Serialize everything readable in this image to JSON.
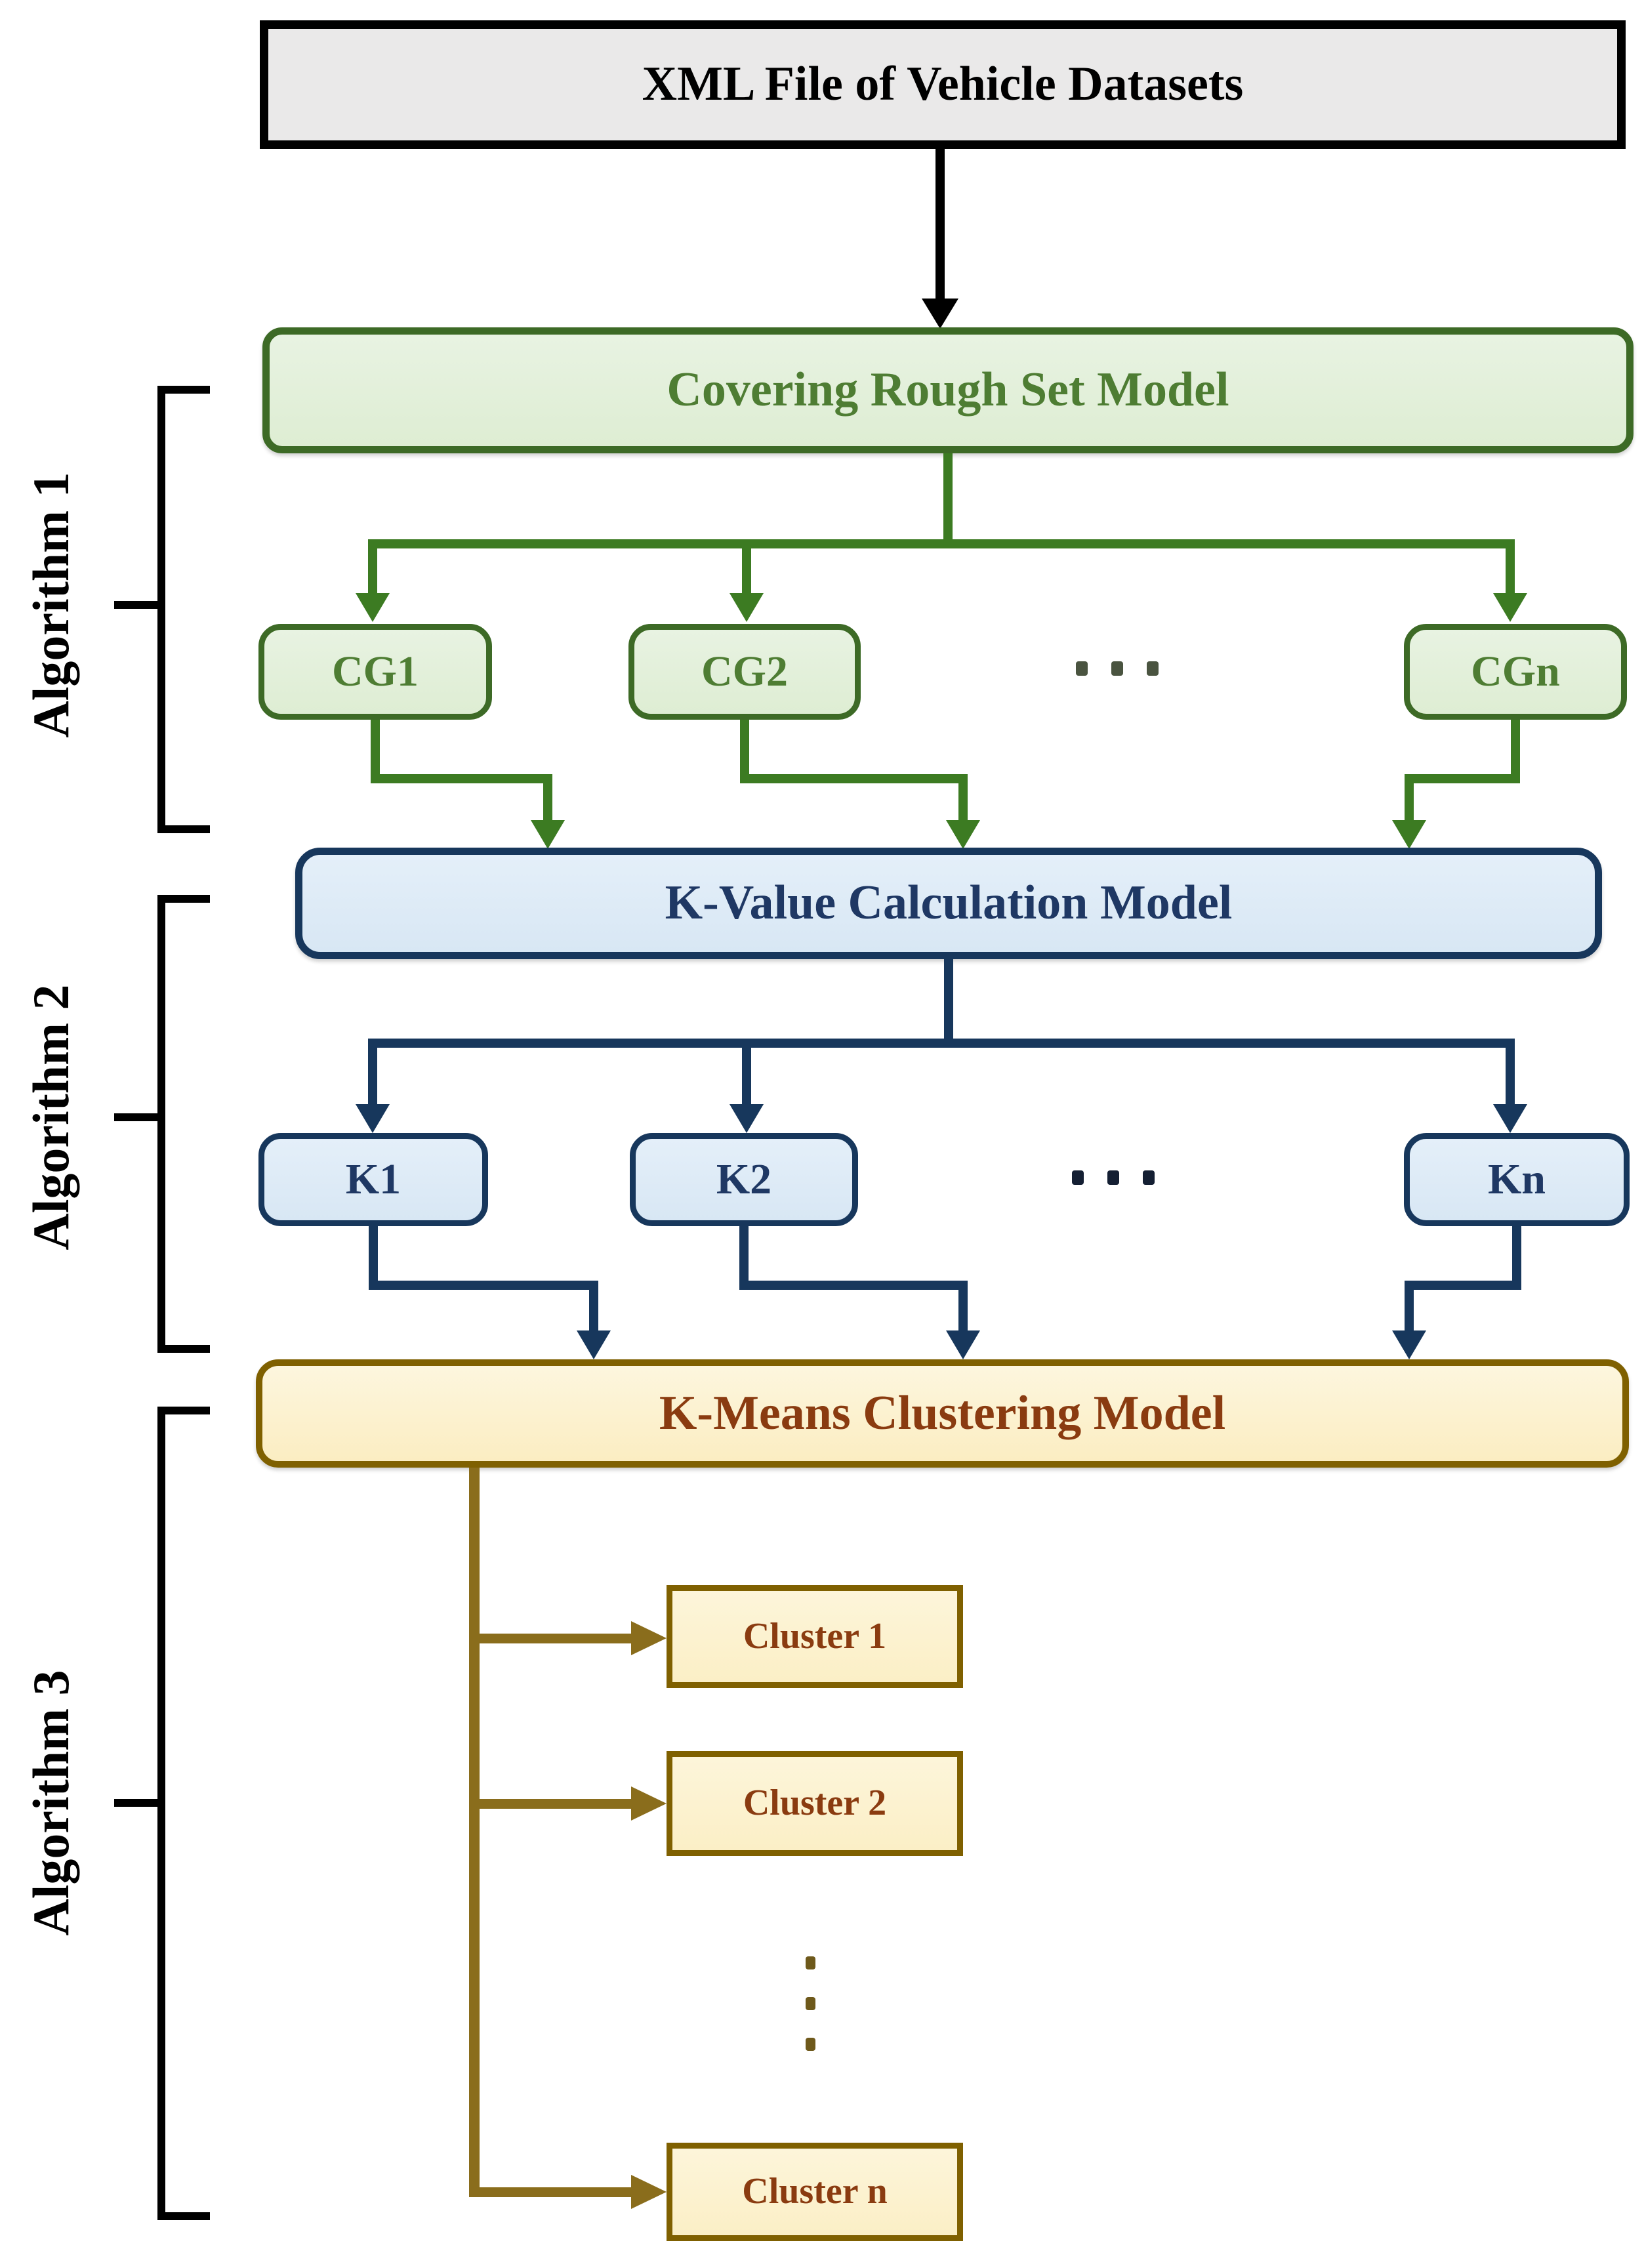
{
  "nodes": {
    "xml_file": "XML File of  Vehicle Datasets",
    "covering_rough_set": "Covering Rough Set Model",
    "cg1": "CG1",
    "cg2": "CG2",
    "cgn": "CGn",
    "k_value_calc": "K-Value Calculation Model",
    "k1": "K1",
    "k2": "K2",
    "kn": "Kn",
    "k_means": "K-Means Clustering Model",
    "cluster1": "Cluster 1",
    "cluster2": "Cluster 2",
    "cluster_n": "Cluster n"
  },
  "section_labels": {
    "algorithm1": "Algorithm 1",
    "algorithm2": "Algorithm 2",
    "algorithm3": "Algorithm 3"
  },
  "icons": {
    "cg_row_ellipsis": "horizontal-dots",
    "k_row_ellipsis": "horizontal-dots",
    "cluster_column_ellipsis": "vertical-dots"
  },
  "colors": {
    "source_fill": "#EAE9E9",
    "source_border": "#000000",
    "stage1_fill": "#E2EFDA",
    "stage1_border": "#3D6A26",
    "stage1_text": "#4E7D33",
    "stage1_connector": "#3C7B22",
    "stage2_fill": "#DEEAF6",
    "stage2_border": "#17375C",
    "stage2_text": "#1F3864",
    "stage2_connector": "#17375C",
    "stage3_fill": "#FCF2CF",
    "stage3_border": "#7F6000",
    "stage3_text": "#8A3B10",
    "stage3_connector": "#8A6D1C"
  }
}
